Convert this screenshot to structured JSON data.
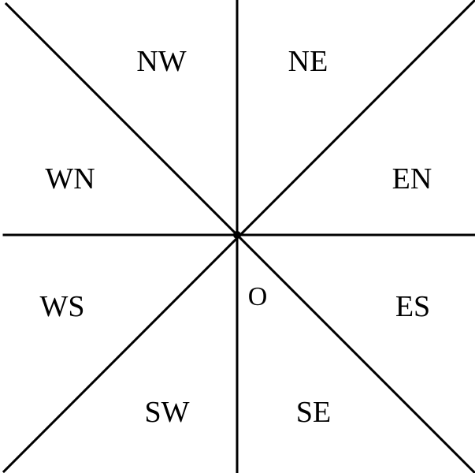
{
  "diagram": {
    "colors": {
      "background": "#ffffff",
      "lines": "#000000",
      "text": "#000000"
    },
    "origin_label": "O",
    "regions": {
      "nw": "NW",
      "ne": "NE",
      "wn": "WN",
      "en": "EN",
      "ws": "WS",
      "es": "ES",
      "sw": "SW",
      "se": "SE"
    }
  }
}
